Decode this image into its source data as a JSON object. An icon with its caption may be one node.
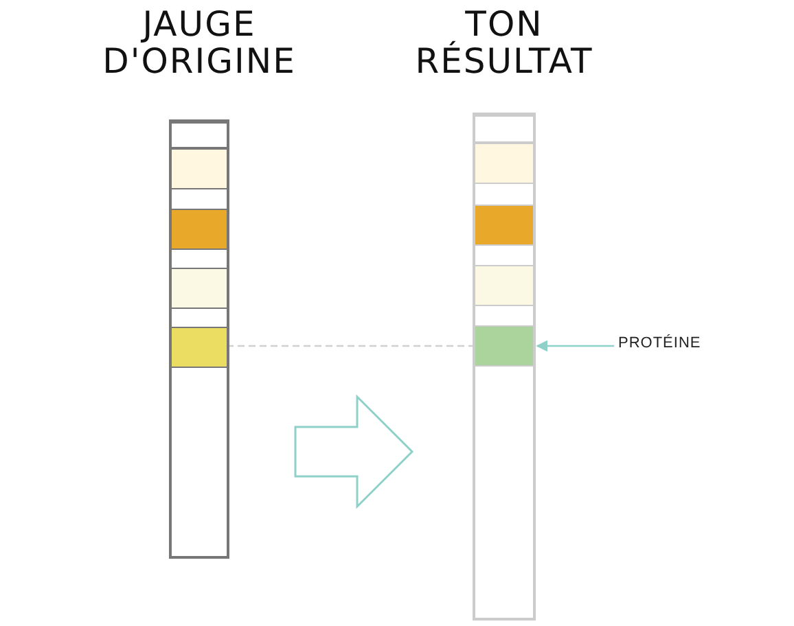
{
  "diagram": {
    "nodes": [
      {
        "text": [
          "JAUGE D'ORIGINE"
        ]
      },
      {
        "text": [],
        "shape": "box",
        "in": 0
      },
      {
        "text": [],
        "shape": "box",
        "in": 0
      },
      {
        "text": [],
        "shape": "box",
        "in": 0
      },
      {
        "text": [],
        "shape": "box",
        "in": 0
      },
      {
        "text": [],
        "shape": "box",
        "in": 0
      },
      {
        "text": [
          "TON RÉSULTAT"
        ]
      },
      {
        "text": [],
        "shape": "box",
        "in": 6
      },
      {
        "text": [],
        "shape": "box",
        "in": 6
      },
      {
        "text": [],
        "shape": "box",
        "in": 6
      },
      {
        "text": [],
        "shape": "box",
        "in": 6
      },
      {
        "text": [],
        "shape": "box",
        "in": 6
      },
      {
        "text": [
          "PROTÉINE"
        ]
      }
    ],
    "edges": [
      {
        "from": 5,
        "to": 11,
        "arrow": "none",
        "style": "dashed"
      },
      {
        "from": 12,
        "to": 11,
        "arrow": "to"
      },
      {
        "from": 0,
        "to": 6,
        "arrow": "to",
        "style": "thick"
      }
    ]
  }
}
